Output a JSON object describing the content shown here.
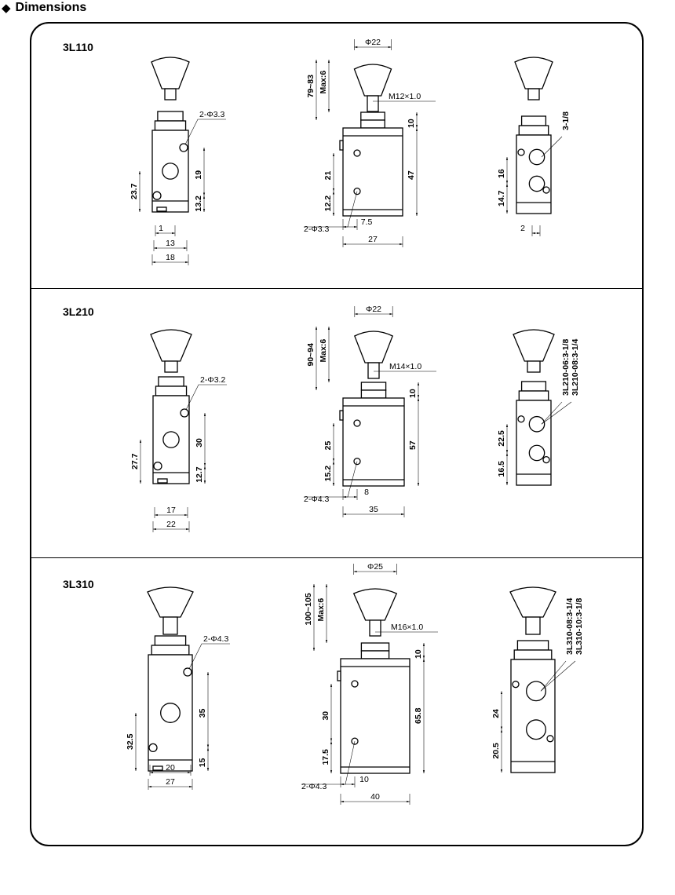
{
  "heading": {
    "bullet": "◆",
    "title": "Dimensions"
  },
  "sections": [
    {
      "model": "3L110",
      "front": {
        "hole": "2-Φ3.3",
        "height_upper": "19",
        "height_lower": "13.2",
        "port_height": "23.7",
        "offset": "1",
        "width_inner": "13",
        "width_outer": "18"
      },
      "side": {
        "knob_dia": "Φ22",
        "thread": "M12×1.0",
        "stroke": "Max:6",
        "range": "79~83",
        "nut": "10",
        "body_height": "47",
        "port_pitch": "21",
        "port_bottom": "12.2",
        "hole": "2-Φ3.3",
        "offset": "7.5",
        "width": "27"
      },
      "back": {
        "port_labels": [
          "3-1/8"
        ],
        "pitch": "16",
        "bottom": "14.7",
        "offset": "2"
      }
    },
    {
      "model": "3L210",
      "front": {
        "hole": "2-Φ3.2",
        "height_upper": "30",
        "height_lower": "12.7",
        "port_height": "27.7",
        "width_inner": "17",
        "width_outer": "22"
      },
      "side": {
        "knob_dia": "Φ22",
        "thread": "M14×1.0",
        "stroke": "Max:6",
        "range": "90~94",
        "nut": "10",
        "body_height": "57",
        "port_pitch": "25",
        "port_bottom": "15.2",
        "hole": "2-Φ4.3",
        "offset": "8",
        "width": "35"
      },
      "back": {
        "port_labels": [
          "3L210-06:3-1/8",
          "3L210-08:3-1/4"
        ],
        "pitch": "22.5",
        "bottom": "16.5"
      }
    },
    {
      "model": "3L310",
      "front": {
        "hole": "2-Φ4.3",
        "height_upper": "35",
        "height_lower": "15",
        "port_height": "32.5",
        "width_inner": "20",
        "width_outer": "27"
      },
      "side": {
        "knob_dia": "Φ25",
        "thread": "M16×1.0",
        "stroke": "Max:6",
        "range": "100~105",
        "nut": "10",
        "body_height": "65.8",
        "port_pitch": "30",
        "port_bottom": "17.5",
        "hole": "2-Φ4.3",
        "offset": "10",
        "width": "40"
      },
      "back": {
        "port_labels": [
          "3L310-08:3-1/4",
          "3L310-10:3-1/8"
        ],
        "pitch": "24",
        "bottom": "20.5"
      }
    }
  ]
}
